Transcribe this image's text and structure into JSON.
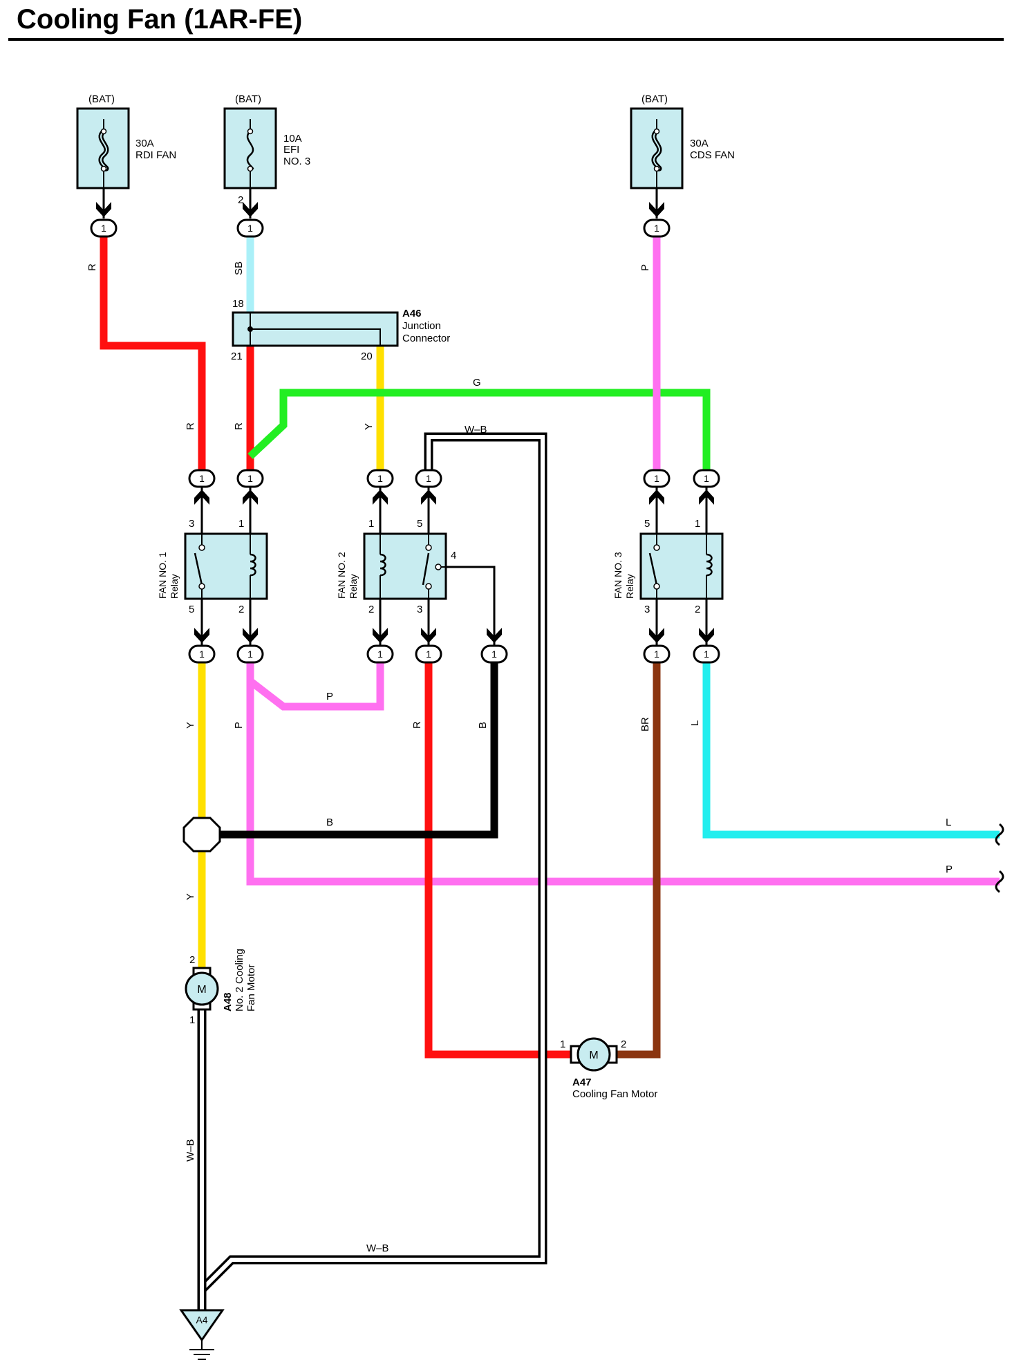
{
  "page": {
    "title": "Cooling Fan (1AR-FE)"
  },
  "colors": {
    "R": "#ff1010",
    "SB": "#aaf0f8",
    "Y": "#ffe000",
    "G": "#22ee22",
    "P": "#ff70f0",
    "B": "#000000",
    "BR": "#8b3510",
    "L": "#22eeee",
    "component_fill": "#c8ecf0"
  },
  "fuses": [
    {
      "id": "fuse-rdi-fan",
      "source": "(BAT)",
      "lines": [
        "30A",
        "RDI FAN"
      ]
    },
    {
      "id": "fuse-efi-no3",
      "source": "(BAT)",
      "lines": [
        "10A",
        "EFI",
        "NO. 3"
      ],
      "pin": "2"
    },
    {
      "id": "fuse-cds-fan",
      "source": "(BAT)",
      "lines": [
        "30A",
        "CDS FAN"
      ]
    }
  ],
  "junction": {
    "code": "A46",
    "name_lines": [
      "Junction",
      "Connector"
    ],
    "pins": {
      "in": "18",
      "left": "21",
      "right": "20"
    }
  },
  "relays": [
    {
      "id": "relay-fan-no1",
      "name_lines": [
        "FAN NO. 1",
        "Relay"
      ],
      "pins": {
        "top_left": "3",
        "top_right": "1",
        "bottom_left": "5",
        "bottom_right": "2"
      }
    },
    {
      "id": "relay-fan-no2",
      "name_lines": [
        "FAN NO. 2",
        "Relay"
      ],
      "pins": {
        "top_left": "1",
        "top_right": "5",
        "side": "4",
        "bottom_left": "2",
        "bottom_right": "3"
      }
    },
    {
      "id": "relay-fan-no3",
      "name_lines": [
        "FAN NO. 3",
        "Relay"
      ],
      "pins": {
        "top_left": "5",
        "top_right": "1",
        "bottom_left": "3",
        "bottom_right": "2"
      }
    }
  ],
  "connector_pin": "1",
  "wires": {
    "rdi_out": "R",
    "efi_out": "SB",
    "cds_out": "P",
    "relay1_pin3": "R",
    "relay1_pin1": "R",
    "relay2_pin1": "Y",
    "wb_top": "W–B",
    "green": "G",
    "relay1_pin5": "Y",
    "relay1_pin2": "P",
    "relay2_link": "P",
    "relay2_pin3": "R",
    "relay2_pin4": "B",
    "relay3_pin3": "BR",
    "relay3_pin2": "L",
    "black_bus": "B",
    "l_out": "L",
    "p_out": "P",
    "a48_feed": "Y",
    "a48_ground": "W–B",
    "wb_bottom": "W–B"
  },
  "motors": [
    {
      "id": "motor-a48",
      "code": "A48",
      "name_lines": [
        "No. 2 Cooling",
        "Fan Motor"
      ],
      "symbol": "M",
      "pins": {
        "top": "2",
        "bottom": "1"
      }
    },
    {
      "id": "motor-a47",
      "code": "A47",
      "name": "Cooling Fan Motor",
      "symbol": "M",
      "pins": {
        "left": "1",
        "right": "2"
      }
    }
  ],
  "ground": {
    "code": "A4"
  }
}
